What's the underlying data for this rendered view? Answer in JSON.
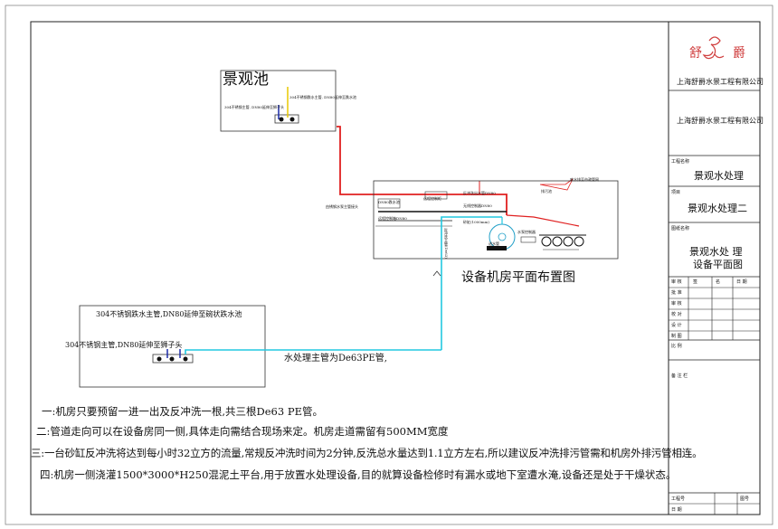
{
  "company": {
    "logo_text_left": "舒",
    "logo_text_right": "爵",
    "name_top": "上海舒爵水景工程有限公司",
    "name_second": "上海舒爵水景工程有限公司"
  },
  "title_block": {
    "project_name_label": "工程名称",
    "project_name": "景观水处理",
    "item_label": "项目",
    "item_name": "景观水处理二",
    "drawing_name_label": "图纸名称",
    "drawing_name_line1": "景观水处 理",
    "drawing_name_line2": "设备平面图",
    "sig_rows": [
      {
        "label": "审 核",
        "c2": "签",
        "c3": "名",
        "c4": "日 期"
      },
      {
        "label": "批 准",
        "c2": "",
        "c3": "",
        "c4": ""
      },
      {
        "label": "审 核",
        "c2": "",
        "c3": "",
        "c4": ""
      },
      {
        "label": "校 对",
        "c2": "",
        "c3": "",
        "c4": ""
      },
      {
        "label": "设 计",
        "c2": "",
        "c3": "",
        "c4": ""
      },
      {
        "label": "制 图",
        "c2": "",
        "c3": "",
        "c4": ""
      }
    ],
    "scale_label": "比  例",
    "notes_label": "备 注 栏",
    "project_no_label": "工程号",
    "drawing_no_label": "图号",
    "date_label": "日 期"
  },
  "pond": {
    "title": "景观池",
    "label_a": "304不锈钢主管, DN80延伸至狮子头",
    "label_b": "304不锈钢跌水主管, DN80延伸至跌水池"
  },
  "room": {
    "title": "设备机房平面布置图",
    "labels": {
      "l1": "DN80跌水池",
      "l2": "反冲洗出水管DN80",
      "l3": "由锈钢水泵主管接头",
      "l4": "远程控制柜",
      "l5": "远程控制箱DN80",
      "l6": "无线控制器DN80",
      "l7": "砂缸(1000mm)",
      "l8": "水泵控制器",
      "l9": "废水排至市政管网",
      "l10": "排污池",
      "l11": "反冲洗主管(De63)",
      "l12": "进水管"
    }
  },
  "fountain": {
    "label_top": "304不锈钢跌水主管,DN80延伸至碗状跌水池",
    "label_bottom": "304不锈钢主管,DN80延伸至狮子头"
  },
  "pipe_label": "水处理主管为De63PE管,",
  "notes": [
    "一:机房只要预留一进一出及反冲洗一根,共三根De63 PE管。",
    "二:管道走向可以在设备房同一侧,具体走向需结合现场来定。机房走道需留有500MM宽度",
    "三:一台砂缸反冲洗将达到每小时32立方的流量,常规反冲洗时间为2分钟,反洗总水量达到1.1立方左右,所以建议反冲洗排污管需和机房外排污管相连。",
    "四:机房一侧浇灌1500*3000*H250混泥土平台,用于放置水处理设备,目的就算设备检修时有漏水或地下室遭水淹,设备还是处于干燥状态。"
  ],
  "colors": {
    "red_pipe": "#e02020",
    "cyan_pipe": "#22c8e0",
    "yellow_pipe": "#e8c800",
    "blue_pipe": "#1a2aa8",
    "black_pipe": "#111111",
    "logo": "#d04040"
  }
}
